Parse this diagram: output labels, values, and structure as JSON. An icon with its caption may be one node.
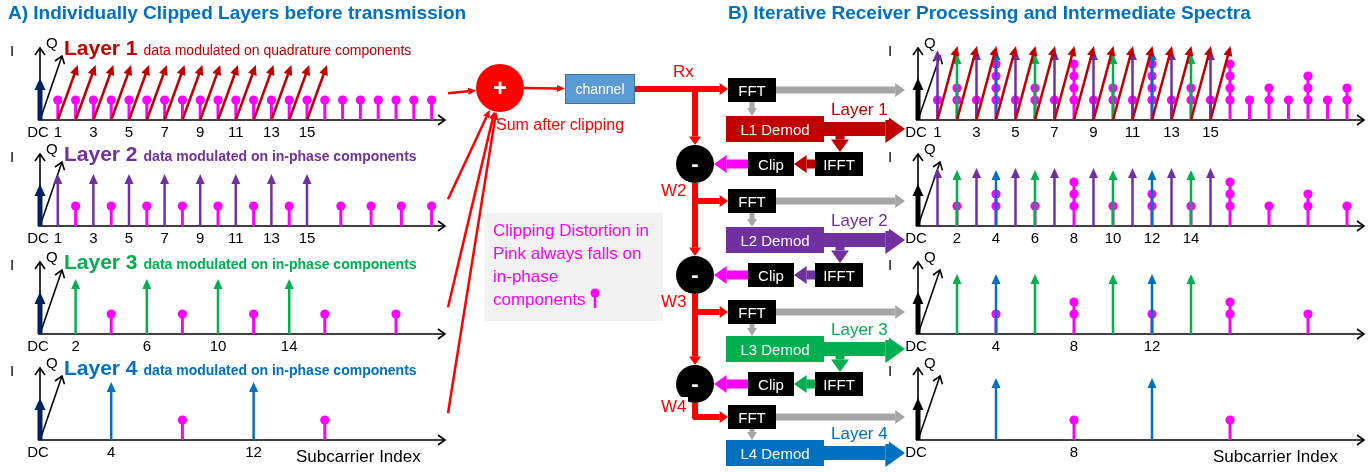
{
  "diagram": {
    "nodes": [
      {
        "text": [
          "I",
          "Q",
          "Layer 1",
          "data modulated on quadrature components",
          "DC",
          "1",
          "3",
          "5",
          "7",
          "9",
          "11",
          "13",
          "15"
        ]
      },
      {
        "text": [
          "I",
          "Q",
          "Layer 2",
          "data modulated on in-phase components",
          "DC",
          "1",
          "3",
          "5",
          "7",
          "9",
          "11",
          "13",
          "15"
        ]
      },
      {
        "text": [
          "I",
          "Q",
          "Layer 3",
          "data modulated on in-phase components",
          "DC",
          "2",
          "6",
          "10",
          "14"
        ]
      },
      {
        "text": [
          "I",
          "Q",
          "Layer 4",
          "data modulated on in-phase components",
          "DC",
          "4",
          "12",
          "Subcarrier Index"
        ]
      },
      {
        "text": [
          "+"
        ],
        "beside": [
          "Sum after clipping"
        ]
      },
      {
        "text": [
          "channel"
        ]
      },
      {
        "text": [
          "Clipping Distortion in Pink always falls on in-phase components"
        ]
      },
      {
        "text": [
          "FFT"
        ]
      },
      {
        "text": [
          "L1 Demod"
        ]
      },
      {
        "text": [
          "-"
        ]
      },
      {
        "text": [
          "Clip"
        ]
      },
      {
        "text": [
          "IFFT"
        ]
      },
      {
        "text": [
          "FFT"
        ]
      },
      {
        "text": [
          "L2 Demod"
        ]
      },
      {
        "text": [
          "-"
        ]
      },
      {
        "text": [
          "Clip"
        ]
      },
      {
        "text": [
          "IFFT"
        ]
      },
      {
        "text": [
          "FFT"
        ]
      },
      {
        "text": [
          "L3 Demod"
        ]
      },
      {
        "text": [
          "-"
        ]
      },
      {
        "text": [
          "Clip"
        ]
      },
      {
        "text": [
          "IFFT"
        ]
      },
      {
        "text": [
          "FFT"
        ]
      },
      {
        "text": [
          "L4 Demod"
        ]
      },
      {
        "text": [
          "I",
          "Q",
          "DC",
          "1",
          "3",
          "5",
          "7",
          "9",
          "11",
          "13",
          "15"
        ]
      },
      {
        "text": [
          "I",
          "Q",
          "DC",
          "2",
          "4",
          "6",
          "8",
          "10",
          "12",
          "14"
        ]
      },
      {
        "text": [
          "I",
          "Q",
          "DC",
          "4",
          "8",
          "12"
        ]
      },
      {
        "text": [
          "I",
          "Q",
          "DC",
          "8",
          "Subcarrier Index"
        ]
      }
    ],
    "edges": [
      {
        "from": 0,
        "to": 4,
        "arrow": "to"
      },
      {
        "from": 1,
        "to": 4,
        "arrow": "to"
      },
      {
        "from": 2,
        "to": 4,
        "arrow": "to"
      },
      {
        "from": 3,
        "to": 4,
        "arrow": "to"
      },
      {
        "from": 4,
        "to": 5,
        "arrow": "to"
      },
      {
        "from": 5,
        "to": 7,
        "arrow": "to",
        "label": "Rx"
      },
      {
        "from": 5,
        "to": 9,
        "arrow": "to"
      },
      {
        "from": 7,
        "to": 24,
        "arrow": "to",
        "color": "#a6a6a6"
      },
      {
        "from": 7,
        "to": 8,
        "arrow": "to",
        "color": "#a6a6a6"
      },
      {
        "from": 8,
        "to": 24,
        "arrow": "to",
        "label": "Layer 1",
        "style": "thick",
        "color": "#c00000"
      },
      {
        "from": 8,
        "to": 11,
        "arrow": "to",
        "color": "#c00000"
      },
      {
        "from": 11,
        "to": 10,
        "arrow": "to",
        "color": "#c00000"
      },
      {
        "from": 10,
        "to": 9,
        "arrow": "to",
        "color": "#ff00ff"
      },
      {
        "from": 9,
        "to": 12,
        "arrow": "to",
        "label": "W2"
      },
      {
        "from": 9,
        "to": 14,
        "arrow": "to"
      },
      {
        "from": 12,
        "to": 25,
        "arrow": "to",
        "color": "#a6a6a6"
      },
      {
        "from": 12,
        "to": 13,
        "arrow": "to",
        "color": "#a6a6a6"
      },
      {
        "from": 13,
        "to": 25,
        "arrow": "to",
        "label": "Layer 2",
        "style": "thick",
        "color": "#7030a0"
      },
      {
        "from": 13,
        "to": 16,
        "arrow": "to",
        "color": "#7030a0"
      },
      {
        "from": 16,
        "to": 15,
        "arrow": "to",
        "color": "#7030a0"
      },
      {
        "from": 15,
        "to": 14,
        "arrow": "to",
        "color": "#ff00ff"
      },
      {
        "from": 14,
        "to": 17,
        "arrow": "to",
        "label": "W3"
      },
      {
        "from": 14,
        "to": 19,
        "arrow": "to"
      },
      {
        "from": 17,
        "to": 26,
        "arrow": "to",
        "color": "#a6a6a6"
      },
      {
        "from": 17,
        "to": 18,
        "arrow": "to",
        "color": "#a6a6a6"
      },
      {
        "from": 18,
        "to": 26,
        "arrow": "to",
        "label": "Layer 3",
        "style": "thick",
        "color": "#00b050"
      },
      {
        "from": 18,
        "to": 21,
        "arrow": "to",
        "color": "#00b050"
      },
      {
        "from": 21,
        "to": 20,
        "arrow": "to",
        "color": "#00b050"
      },
      {
        "from": 20,
        "to": 19,
        "arrow": "to",
        "color": "#ff00ff"
      },
      {
        "from": 19,
        "to": 22,
        "arrow": "to",
        "label": "W4"
      },
      {
        "from": 22,
        "to": 27,
        "arrow": "to",
        "color": "#a6a6a6"
      },
      {
        "from": 22,
        "to": 23,
        "arrow": "to",
        "color": "#a6a6a6"
      },
      {
        "from": 23,
        "to": 27,
        "arrow": "to",
        "label": "Layer 4",
        "style": "thick",
        "color": "#0070c0"
      }
    ],
    "labels": [
      "A) Individually Clipped Layers before transmission",
      "B) Iterative Receiver Processing and Intermediate Spectra"
    ]
  }
}
